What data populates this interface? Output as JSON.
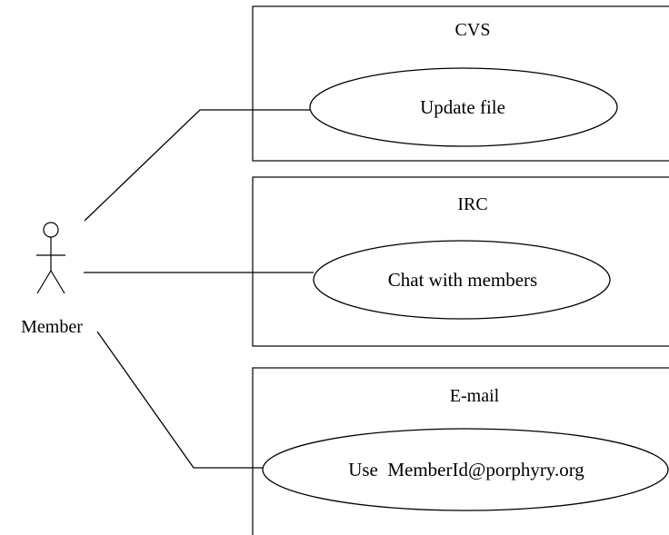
{
  "diagram": {
    "actor": {
      "name": "Member"
    },
    "systems": [
      {
        "title": "CVS",
        "use_case": "Update file"
      },
      {
        "title": "IRC",
        "use_case": "Chat with members"
      },
      {
        "title": "E-mail",
        "use_case": "Use  MemberId@porphyry.org"
      }
    ]
  }
}
